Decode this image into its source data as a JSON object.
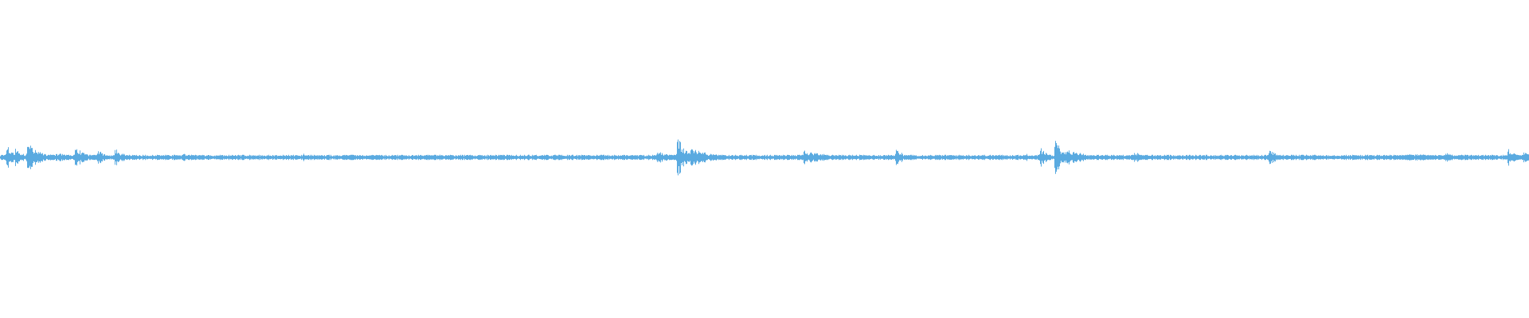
{
  "waveform": {
    "color": "#5aaae0",
    "background": "#ffffff",
    "baseline_amplitude": 0.012,
    "events": [
      {
        "t": 0.004,
        "peak": 0.09,
        "width": 0.004
      },
      {
        "t": 0.01,
        "peak": 0.08,
        "width": 0.004
      },
      {
        "t": 0.018,
        "peak": 0.13,
        "width": 0.005
      },
      {
        "t": 0.024,
        "peak": 0.04,
        "width": 0.012
      },
      {
        "t": 0.037,
        "peak": 0.03,
        "width": 0.01
      },
      {
        "t": 0.049,
        "peak": 0.1,
        "width": 0.004
      },
      {
        "t": 0.054,
        "peak": 0.05,
        "width": 0.004
      },
      {
        "t": 0.064,
        "peak": 0.06,
        "width": 0.004
      },
      {
        "t": 0.075,
        "peak": 0.06,
        "width": 0.006
      },
      {
        "t": 0.12,
        "peak": 0.025,
        "width": 0.02
      },
      {
        "t": 0.198,
        "peak": 0.025,
        "width": 0.006
      },
      {
        "t": 0.226,
        "peak": 0.025,
        "width": 0.006
      },
      {
        "t": 0.28,
        "peak": 0.025,
        "width": 0.006
      },
      {
        "t": 0.43,
        "peak": 0.04,
        "width": 0.01
      },
      {
        "t": 0.443,
        "peak": 0.14,
        "width": 0.005
      },
      {
        "t": 0.452,
        "peak": 0.06,
        "width": 0.014
      },
      {
        "t": 0.526,
        "peak": 0.045,
        "width": 0.018
      },
      {
        "t": 0.586,
        "peak": 0.06,
        "width": 0.005
      },
      {
        "t": 0.671,
        "peak": 0.03,
        "width": 0.004
      },
      {
        "t": 0.68,
        "peak": 0.08,
        "width": 0.004
      },
      {
        "t": 0.69,
        "peak": 0.12,
        "width": 0.005
      },
      {
        "t": 0.698,
        "peak": 0.05,
        "width": 0.014
      },
      {
        "t": 0.742,
        "peak": 0.04,
        "width": 0.006
      },
      {
        "t": 0.83,
        "peak": 0.05,
        "width": 0.006
      },
      {
        "t": 0.92,
        "peak": 0.025,
        "width": 0.035
      },
      {
        "t": 0.945,
        "peak": 0.03,
        "width": 0.01
      },
      {
        "t": 0.986,
        "peak": 0.06,
        "width": 0.005
      },
      {
        "t": 0.996,
        "peak": 0.04,
        "width": 0.006
      }
    ]
  }
}
